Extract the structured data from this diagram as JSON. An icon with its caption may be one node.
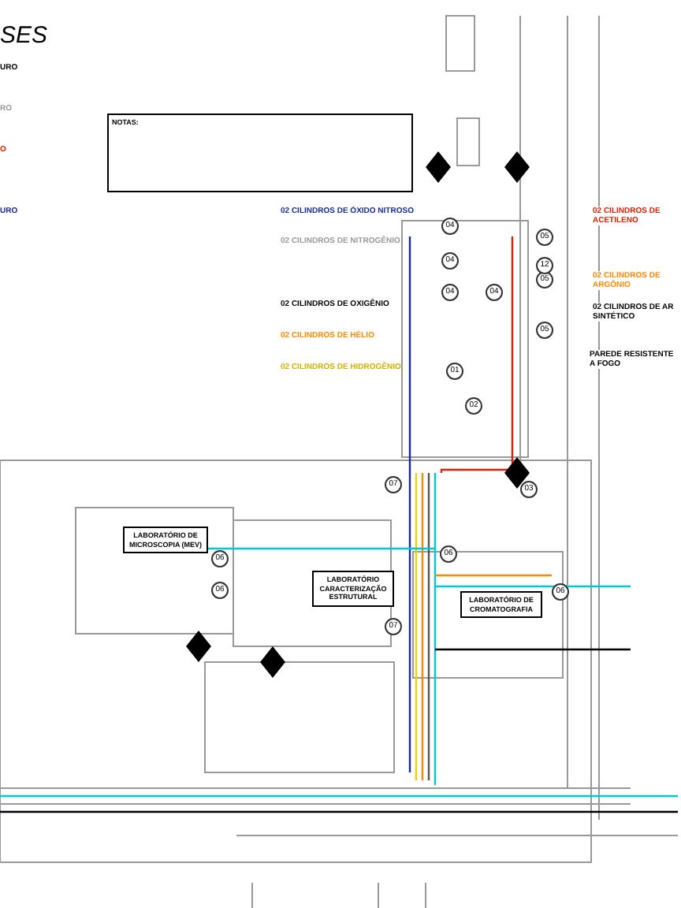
{
  "diagram": {
    "title": "SES",
    "nodes": [
      {
        "text": [
          "NOTAS:"
        ]
      },
      {
        "text": [
          "LABORATÓRIO DE MICROSCOPIA (MEV)"
        ]
      },
      {
        "text": [
          "LABORATÓRIO CARACTERIZAÇÃO ESTRUTURAL"
        ]
      },
      {
        "text": [
          "LABORATÓRIO DE CROMATOGRAFIA"
        ]
      }
    ],
    "labels": [
      "URO",
      "RO",
      "O",
      "URO",
      "02 CILINDROS DE ÓXIDO NITROSO",
      "02 CILINDROS DE NITROGÊNIO",
      "02 CILINDROS DE OXIGÊNIO",
      "02 CILINDROS DE HÉLIO",
      "02 CILINDROS DE HIDROGÊNIO",
      "02 CILINDROS DE ACETILENO",
      "02 CILINDROS DE ARGÔNIO",
      "02 CILINDROS DE AR SINTÉTICO",
      "PAREDE RESISTENTE A FOGO",
      "04",
      "04",
      "04",
      "04",
      "05",
      "05",
      "05",
      "01",
      "02",
      "12",
      "03",
      "06",
      "06",
      "07",
      "07",
      "06",
      "06"
    ]
  }
}
